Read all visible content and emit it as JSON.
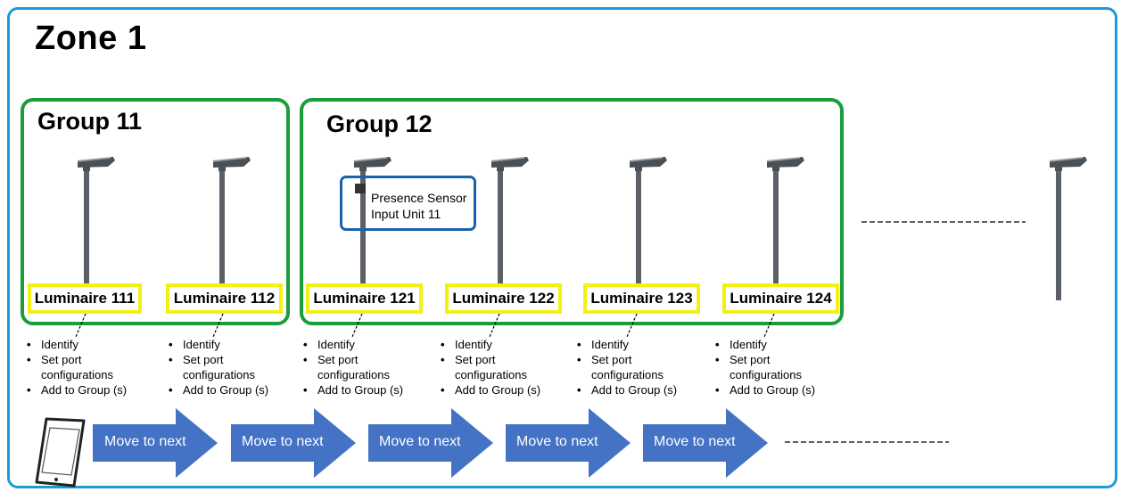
{
  "zone": {
    "title": "Zone 1"
  },
  "groups": [
    {
      "title": "Group 11"
    },
    {
      "title": "Group 12"
    }
  ],
  "luminaires": [
    {
      "label": "Luminaire 111"
    },
    {
      "label": "Luminaire 112"
    },
    {
      "label": "Luminaire 121"
    },
    {
      "label": "Luminaire 122"
    },
    {
      "label": "Luminaire 123"
    },
    {
      "label": "Luminaire 124"
    }
  ],
  "sensor": {
    "label": "Presence Sensor\nInput Unit 11"
  },
  "tasks": [
    "Identify",
    "Set port\nconfigurations",
    "Add to Group (s)"
  ],
  "arrows": {
    "label": "Move to next"
  },
  "colors": {
    "zone_border": "#1e9ad6",
    "group_border": "#1a9e3c",
    "luminaire_border": "#f4f014",
    "sensor_border": "#1b62ad",
    "arrow_fill": "#4472c4",
    "pole": "#555b61"
  },
  "icons": [
    "streetlight-icon",
    "smartphone-icon",
    "presence-sensor-icon",
    "arrow-right-icon"
  ]
}
